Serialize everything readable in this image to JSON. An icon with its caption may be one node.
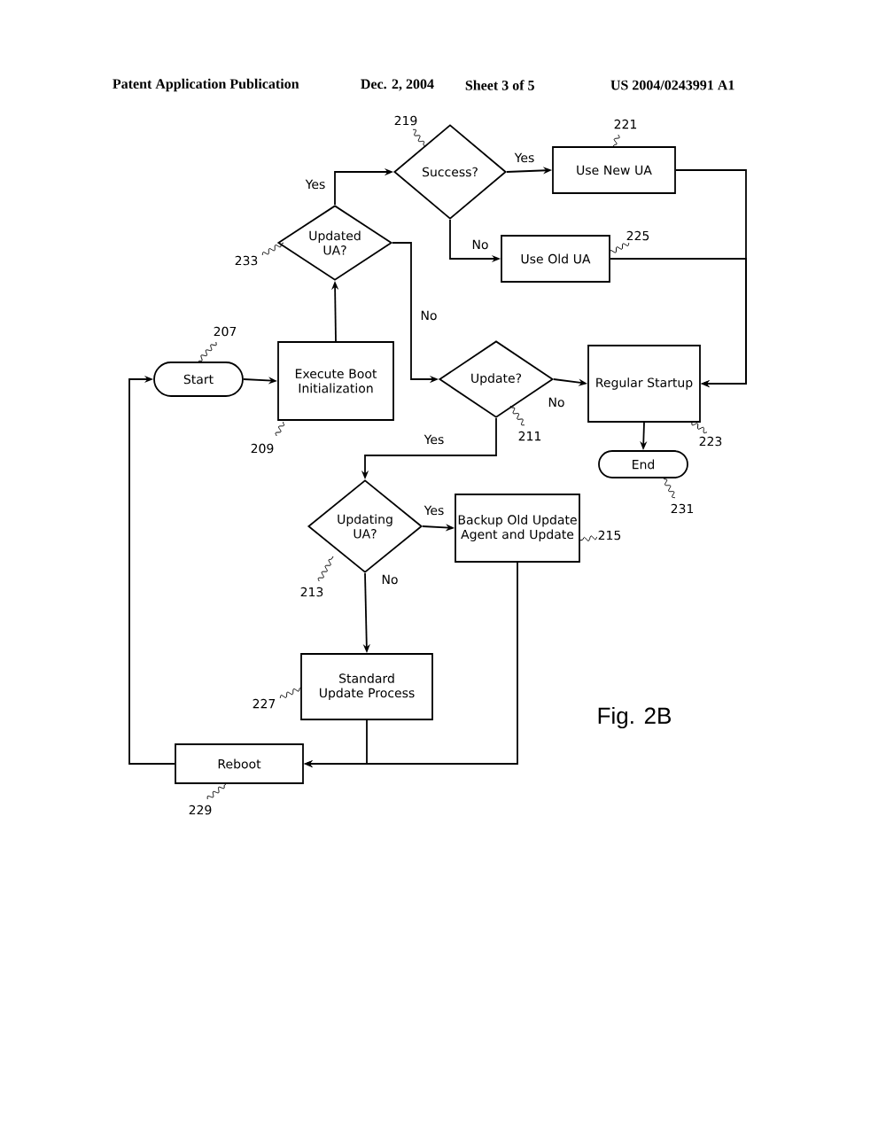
{
  "diagram": {
    "nodes": [
      {
        "text": [
          "Start"
        ],
        "beside": [
          "207"
        ]
      },
      {
        "text": [
          "Execute Boot Initialization"
        ],
        "beside": [
          "209"
        ]
      },
      {
        "text": [
          "Updated UA?"
        ],
        "beside": [
          "233"
        ]
      },
      {
        "text": [
          "Success?"
        ],
        "beside": [
          "219"
        ]
      },
      {
        "text": [
          "Use New UA"
        ],
        "beside": [
          "221"
        ]
      },
      {
        "text": [
          "Use Old UA"
        ],
        "beside": [
          "225"
        ]
      },
      {
        "text": [
          "Update?"
        ],
        "beside": [
          "211"
        ]
      },
      {
        "text": [
          "Regular Startup"
        ],
        "beside": [
          "223"
        ]
      },
      {
        "text": [
          "End"
        ],
        "beside": [
          "231"
        ]
      },
      {
        "text": [
          "Updating UA?"
        ],
        "beside": [
          "213"
        ]
      },
      {
        "text": [
          "Backup Old Update Agent and Update"
        ],
        "beside": [
          "215"
        ]
      },
      {
        "text": [
          "Standard Update Process"
        ],
        "beside": [
          "227"
        ]
      },
      {
        "text": [
          "Reboot"
        ],
        "beside": [
          "229"
        ]
      }
    ],
    "edges": [
      {
        "from": 0,
        "to": 1,
        "arrow": "to"
      },
      {
        "from": 1,
        "to": 2,
        "arrow": "to"
      },
      {
        "from": 2,
        "to": 3,
        "arrow": "to",
        "label": "Yes"
      },
      {
        "from": 3,
        "to": 4,
        "arrow": "to",
        "label": "Yes"
      },
      {
        "from": 3,
        "to": 5,
        "arrow": "to",
        "label": "No"
      },
      {
        "from": 4,
        "to": 7,
        "arrow": "to"
      },
      {
        "from": 5,
        "to": 7,
        "arrow": "to"
      },
      {
        "from": 2,
        "to": 6,
        "arrow": "to",
        "label": "No"
      },
      {
        "from": 6,
        "to": 7,
        "arrow": "to",
        "label": "No"
      },
      {
        "from": 6,
        "to": 9,
        "arrow": "to",
        "label": "Yes"
      },
      {
        "from": 7,
        "to": 8,
        "arrow": "to"
      },
      {
        "from": 9,
        "to": 10,
        "arrow": "to",
        "label": "Yes"
      },
      {
        "from": 9,
        "to": 11,
        "arrow": "to",
        "label": "No"
      },
      {
        "from": 10,
        "to": 12,
        "arrow": "to"
      },
      {
        "from": 11,
        "to": 12,
        "arrow": "to"
      },
      {
        "from": 12,
        "to": 0,
        "arrow": "to"
      }
    ],
    "labels": [
      "Patent Application Publication",
      "Dec. 2, 2004",
      "Sheet 3 of 5",
      "US 2004/0243991 A1",
      "Fig. 2B"
    ]
  }
}
